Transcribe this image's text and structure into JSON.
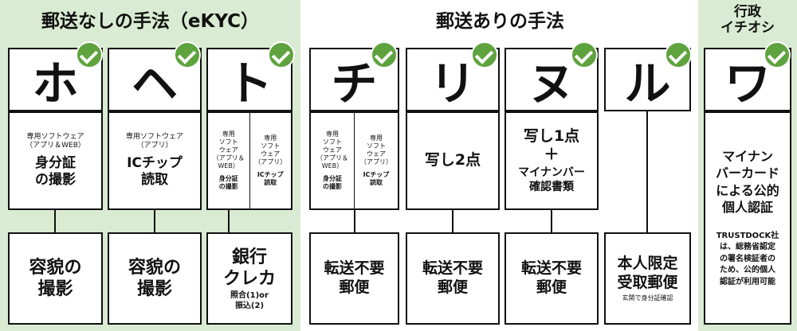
{
  "sections": {
    "no_mail": "郵送なしの手法（eKYC）",
    "with_mail": "郵送ありの手法",
    "recommended": "行政\nイチオシ"
  },
  "columns": [
    {
      "letter": "ホ",
      "mid_small": "専用ソフトウェア\n（アプリ＆WEB）",
      "mid_text": "身分証\nの撮影",
      "bottom": "容貌の\n撮影"
    },
    {
      "letter": "ヘ",
      "mid_small": "専用ソフトウェア\n（アプリ）",
      "mid_text": "ICチップ\n読取",
      "bottom": "容貌の\n撮影"
    },
    {
      "letter": "ト",
      "mid_left_small": "専用\nソフト\nウェア\n（アプリ＆\nWEB）",
      "mid_left_text": "身分証\nの撮影",
      "mid_right_small": "専用\nソフト\nウェア\n（アプリ）",
      "mid_right_text": "ICチップ\n読取",
      "bottom": "銀行\nクレカ",
      "bottom_sub": "照合(1)or\n振込(2)"
    },
    {
      "letter": "チ",
      "mid_left_small": "専用\nソフト\nウェア\n（アプリ＆\nWEB）",
      "mid_left_text": "身分証\nの撮影",
      "mid_right_small": "専用\nソフト\nウェア\n（アプリ）",
      "mid_right_text": "ICチップ\n読取",
      "bottom": "転送不要\n郵便"
    },
    {
      "letter": "リ",
      "mid_text": "写し2点",
      "bottom": "転送不要\n郵便"
    },
    {
      "letter": "ヌ",
      "mid_text": "写し1点\n＋",
      "mid_text2": "マイナンバー\n確認書類",
      "bottom": "転送不要\n郵便"
    },
    {
      "letter": "ル",
      "bottom": "本人限定\n受取郵便",
      "bottom_sub": "玄関で身分証確認"
    },
    {
      "letter": "ワ",
      "mid_text": "マイナン\nバーカード\nによる公的\n個人認証",
      "mid_note": "TRUSTDOCK社\nは、総務省認定\nの署名検証者の\nため、公的個人\n認証が利用可能"
    }
  ],
  "colors": {
    "section_bg": "#d9ebd2",
    "check": "#5fa33e",
    "border": "#111111"
  }
}
